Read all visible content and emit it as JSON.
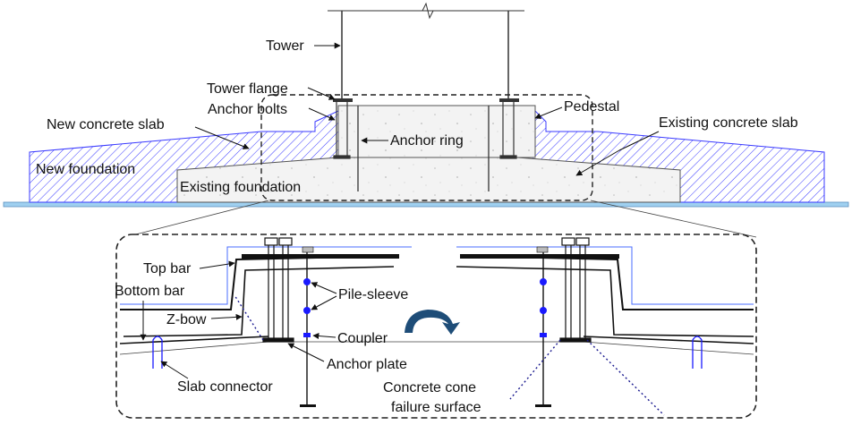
{
  "labels": {
    "tower": "Tower",
    "tower_flange": "Tower flange",
    "anchor_bolts": "Anchor bolts",
    "new_concrete_slab": "New concrete slab",
    "pedestal": "Pedestal",
    "existing_concrete_slab": "Existing concrete slab",
    "anchor_ring": "Anchor ring",
    "new_foundation": "New foundation",
    "existing_foundation": "Existing foundation",
    "top_bar": "Top bar",
    "bottom_bar": "Bottom bar",
    "pile_sleeve": "Pile-sleeve",
    "z_bow": "Z-bow",
    "coupler": "Coupler",
    "anchor_plate": "Anchor plate",
    "slab_connector": "Slab connector",
    "concrete_cone_line1": "Concrete cone",
    "concrete_cone_line2": "failure surface"
  },
  "colors": {
    "hatch": "#3a3aff",
    "ground": "#9fd0f0",
    "concrete": "#f2f2f2",
    "sleeve_dot": "#1a1aff",
    "arrow": "#1e4d78"
  }
}
